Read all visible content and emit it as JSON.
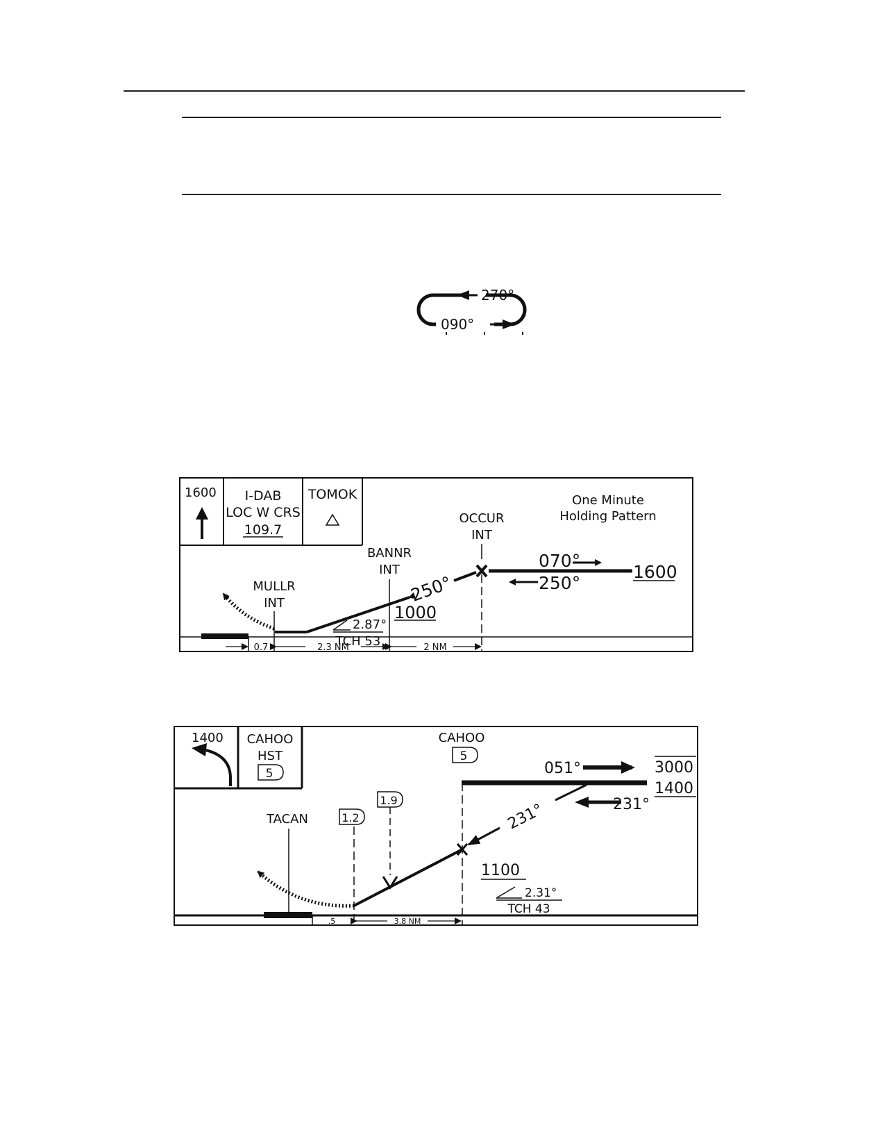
{
  "holding_symbol": {
    "inbound": "270°",
    "outbound": "090°"
  },
  "profile_ils": {
    "box_altitude": "1600",
    "box_loc_lines": [
      "I-DAB",
      "LOC W CRS",
      "109.7"
    ],
    "box_fix": "TOMOK",
    "holding_note": [
      "One Minute",
      "Holding Pattern"
    ],
    "fixes": {
      "occur": [
        "OCCUR",
        "INT"
      ],
      "bannr": [
        "BANNR",
        "INT"
      ],
      "mullr": [
        "MULLR",
        "INT"
      ]
    },
    "course_out": "070°",
    "course_in": "250°",
    "course_final": "250°",
    "hold_altitude": "1600",
    "fix_altitude": "1000",
    "glidepath": "2.87°",
    "tch": "TCH 53",
    "distances": [
      "0.7",
      "2.3 NM",
      "2 NM"
    ]
  },
  "profile_tacan": {
    "box_altitude": "1400",
    "box_fix_lines": [
      "CAHOO",
      "HST",
      "5"
    ],
    "fix_name": "CAHOO",
    "fix_dme": "5",
    "course_out": "051°",
    "course_in": "231°",
    "course_final": "231°",
    "altitude_top": "3000",
    "altitude_bottom": "1400",
    "dme_12": "1.2",
    "dme_19": "1.9",
    "station": "TACAN",
    "fix_altitude": "1100",
    "glidepath": "2.31°",
    "tch": "TCH 43",
    "distances": [
      ".5",
      "3.8 NM"
    ]
  }
}
